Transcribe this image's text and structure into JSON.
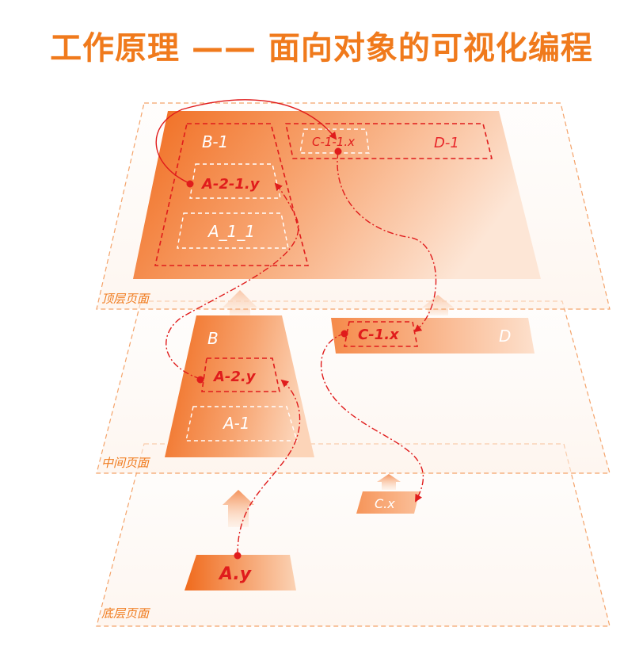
{
  "title": "工作原理 —— 面向对象的可视化编程",
  "layers": {
    "top": "顶层页面",
    "middle": "中间页面",
    "bottom": "底层页面"
  },
  "labels": {
    "b1": "B-1",
    "a21y": "A-2-1.y",
    "a11": "A_1_1",
    "c11x": "C-1-1.x",
    "d1": "D-1",
    "b": "B",
    "a2y": "A-2.y",
    "a1": "A-1",
    "c1x": "C-1.x",
    "d": "D",
    "cx": "C.x",
    "ay": "A.y"
  },
  "colors": {
    "orange": "#f07a1c",
    "red": "#e01c1c"
  }
}
